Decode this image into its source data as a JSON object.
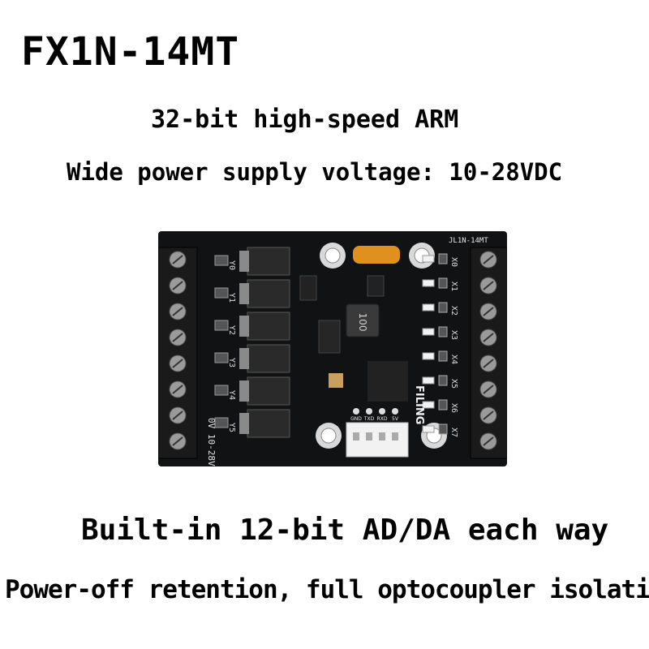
{
  "title": "FX1N-14MT",
  "lines": [
    "32-bit high-speed ARM",
    "Wide power supply voltage: 10-28VDC",
    "Built-in 12-bit AD/DA each way",
    "Power-off retention, full optocoupler isolation"
  ],
  "board": {
    "model_label": "JL1N-14MT",
    "inductor_label": "100",
    "brand_label": "FILING",
    "power_label": "0V 10-28V",
    "serial_pins": [
      "GND",
      "TXD",
      "RXD",
      "5V"
    ],
    "inputs": [
      "X0",
      "X1",
      "X2",
      "X3",
      "X4",
      "X5",
      "X6",
      "X7"
    ],
    "outputs": [
      "Y0",
      "Y1",
      "Y2",
      "Y3",
      "Y4",
      "Y5"
    ]
  }
}
